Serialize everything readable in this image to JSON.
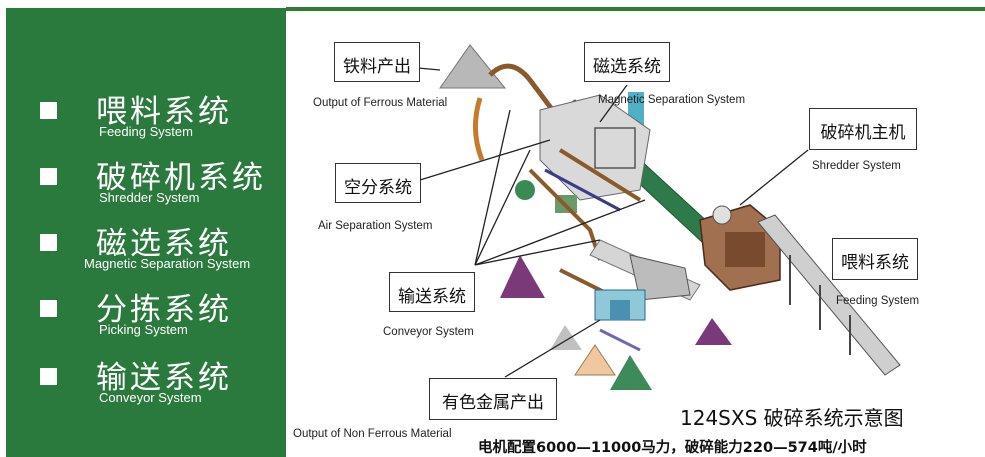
{
  "sidebar": {
    "items": [
      {
        "zh": "喂料系统",
        "en": "Feeding System"
      },
      {
        "zh": "破碎机系统",
        "en": "Shredder System"
      },
      {
        "zh": "磁选系统",
        "en": "Magnetic Separation System"
      },
      {
        "zh": "分拣系统",
        "en": "Picking System"
      },
      {
        "zh": "输送系统",
        "en": "Conveyor System"
      }
    ]
  },
  "diagram": {
    "labels": {
      "ferrous": {
        "zh": "铁料产出",
        "en": "Output of Ferrous Material"
      },
      "magnetic": {
        "zh": "磁选系统",
        "en": "Magnetic Separation System"
      },
      "shredder": {
        "zh": "破碎机主机",
        "en": "Shredder System"
      },
      "air": {
        "zh": "空分系统",
        "en": "Air Separation System"
      },
      "feeding": {
        "zh": "喂料系统",
        "en": "Feeding System"
      },
      "conveyor": {
        "zh": "输送系统",
        "en": "Conveyor System"
      },
      "nonferrous": {
        "zh": "有色金属产出",
        "en": "Output of Non Ferrous Material"
      }
    },
    "title": "124SXS 破碎系统示意图",
    "subtitle": "电机配置6000—11000马力，破碎能力220—574吨/小时"
  },
  "colors": {
    "sidebar_bg": "#2b7a3d",
    "accent_green": "#2e7d32",
    "text_white": "#ffffff"
  }
}
